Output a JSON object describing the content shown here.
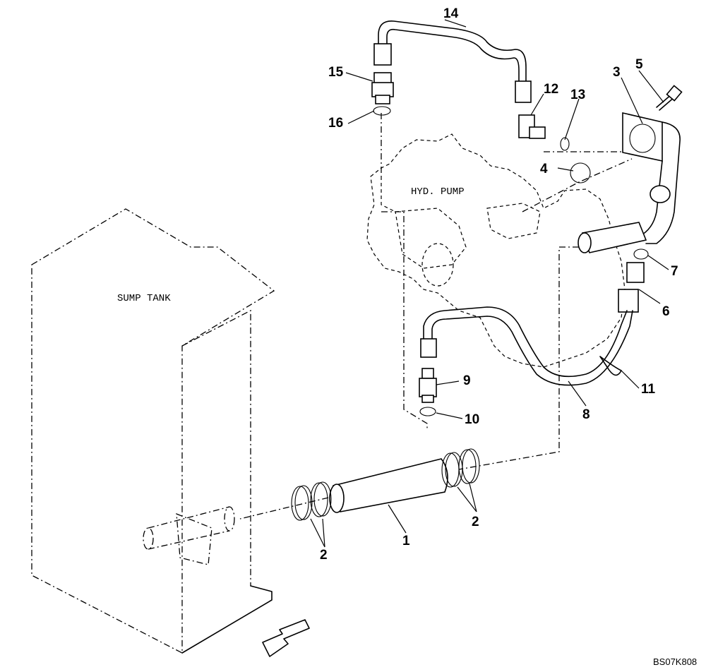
{
  "labels": {
    "sump_tank": "SUMP TANK",
    "hyd_pump": "HYD. PUMP",
    "drawing_ref": "BS07K808"
  },
  "callouts": [
    "1",
    "2",
    "2",
    "3",
    "4",
    "5",
    "6",
    "7",
    "8",
    "9",
    "10",
    "11",
    "12",
    "13",
    "14",
    "15",
    "16"
  ]
}
